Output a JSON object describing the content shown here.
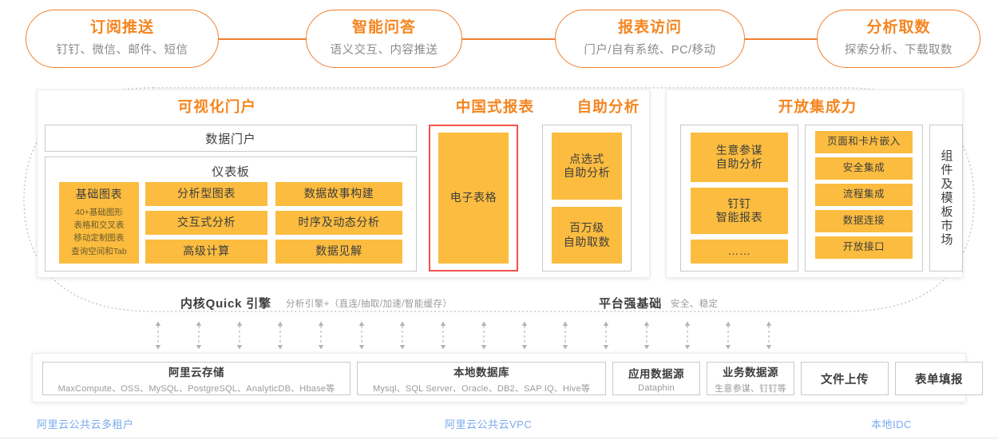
{
  "top_capabilities": [
    {
      "title": "订阅推送",
      "subtitle": "钉钉、微信、邮件、短信"
    },
    {
      "title": "智能问答",
      "subtitle": "语义交互、内容推送"
    },
    {
      "title": "报表访问",
      "subtitle": "门户/自有系统、PC/移动"
    },
    {
      "title": "分析取数",
      "subtitle": "探索分析、下载取数"
    }
  ],
  "sections": {
    "portal": {
      "title": "可视化门户",
      "data_portal": "数据门户",
      "dashboard": "仪表板",
      "basic_chart": {
        "label": "基础图表",
        "features": [
          "40+基础图形",
          "表格和交叉表",
          "移动定制图表",
          "查询空间和Tab"
        ]
      },
      "tiles_col1": [
        "分析型图表",
        "交互式分析",
        "高级计算"
      ],
      "tiles_col2": [
        "数据故事构建",
        "时序及动态分析",
        "数据见解"
      ]
    },
    "cn_report": {
      "title": "中国式报表",
      "tile": "电子表格"
    },
    "self_service": {
      "title": "自助分析",
      "tiles": [
        "点选式\n自助分析",
        "百万级\n自助取数"
      ]
    },
    "openness": {
      "title": "开放集成力",
      "group1": [
        "生意参谋\n自助分析",
        "钉钉\n智能报表",
        "……"
      ],
      "group2": [
        "页面和卡片嵌入",
        "安全集成",
        "流程集成",
        "数据连接",
        "开放接口"
      ],
      "market": "组件及模板市场"
    }
  },
  "engine_row": {
    "kernel_title": "内核Quick 引擎",
    "kernel_note": "分析引擎+（直连/抽取/加速/智能缓存）",
    "platform_title": "平台强基础",
    "platform_note": "安全、稳定"
  },
  "data_sources": [
    {
      "title": "阿里云存储",
      "subtitle": "MaxCompute、OSS、MySQL、PostgreSQL、AnalyticDB、Hbase等"
    },
    {
      "title": "本地数据库",
      "subtitle": "Mysql、SQL Server、Oracle、DB2、SAP IQ、Hive等"
    },
    {
      "title": "应用数据源",
      "subtitle": "Dataphin"
    },
    {
      "title": "业务数据源",
      "subtitle": "生意参谋、钉钉等"
    },
    {
      "title": "文件上传",
      "subtitle": ""
    },
    {
      "title": "表单填报",
      "subtitle": ""
    }
  ],
  "footer": [
    {
      "label": "阿里云公共云多租户"
    },
    {
      "label": "阿里云公共云VPC"
    },
    {
      "label": "本地IDC"
    }
  ],
  "colors": {
    "accent_orange": "#f5851f",
    "tile_orange": "#fbbc3f",
    "highlight_red": "#f4524b",
    "footer_blue": "#7aa9ef",
    "border_gray": "#c9c9c9"
  },
  "arrow_count": 16
}
